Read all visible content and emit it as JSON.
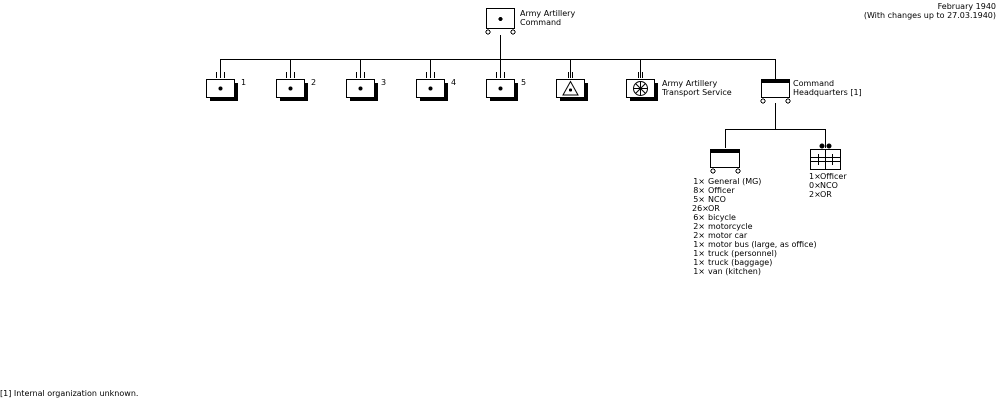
{
  "date": {
    "line1": "February 1940",
    "line2": "(With changes up to 27.03.1940)"
  },
  "command": {
    "line1": "Army Artillery",
    "line2": "Command"
  },
  "units": [
    {
      "label": "1"
    },
    {
      "label": "2"
    },
    {
      "label": "3"
    },
    {
      "label": "4"
    },
    {
      "label": "5"
    }
  ],
  "transport": {
    "line1": "Army Artillery",
    "line2": "Transport Service"
  },
  "hq": {
    "line1": "Command",
    "line2": "Headquarters [1]"
  },
  "hq_staff": [
    {
      "qty": "1×",
      "item": "General (MG)"
    },
    {
      "qty": "8×",
      "item": "Officer"
    },
    {
      "qty": "5×",
      "item": "NCO"
    },
    {
      "qty": "26×",
      "item": "OR"
    },
    {
      "qty": "6×",
      "item": "bicycle"
    },
    {
      "qty": "2×",
      "item": "motorcycle"
    },
    {
      "qty": "2×",
      "item": "motor car"
    },
    {
      "qty": "1×",
      "item": "motor bus (large, as office)"
    },
    {
      "qty": "1×",
      "item": "truck (personnel)"
    },
    {
      "qty": "1×",
      "item": "truck (baggage)"
    },
    {
      "qty": "1×",
      "item": "van (kitchen)"
    }
  ],
  "map_section": [
    {
      "qty": "1×",
      "item": "Officer"
    },
    {
      "qty": "0×",
      "item": "NCO"
    },
    {
      "qty": "2×",
      "item": "OR"
    }
  ],
  "footnote": "[1] Internal organization unknown."
}
